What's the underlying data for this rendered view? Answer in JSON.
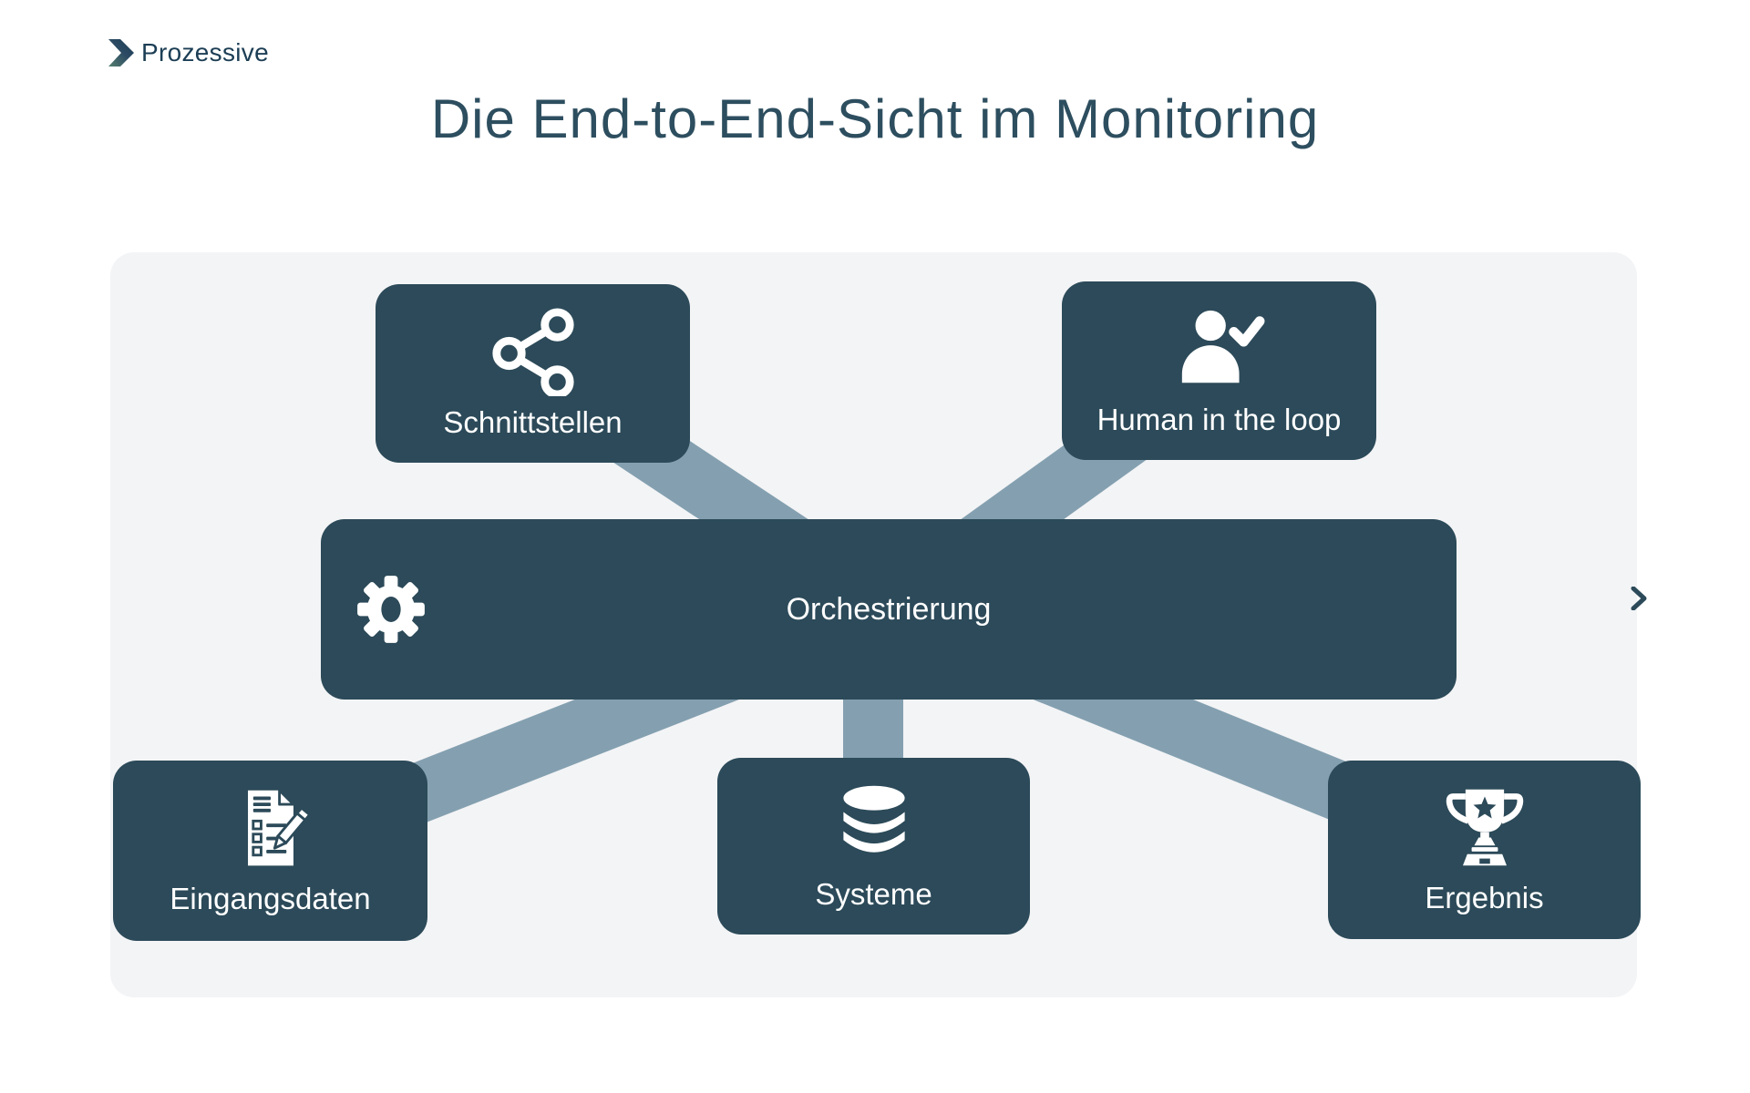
{
  "logo": {
    "text": "Prozessive",
    "icon": "chevron-logo-icon"
  },
  "title": "Die End-to-End-Sicht im Monitoring",
  "colors": {
    "node_bg": "#2c4a59",
    "connector": "#84a0b0",
    "panel_bg": "#f3f4f6",
    "title_text": "#2d4e5f",
    "logo_text": "#1c3e55",
    "icon": "#ffffff"
  },
  "nodes": {
    "schnittstellen": {
      "label": "Schnittstellen",
      "icon": "share-icon"
    },
    "human_in_the_loop": {
      "label": "Human in the loop",
      "icon": "user-check-icon"
    },
    "orchestrierung": {
      "label": "Orchestrierung",
      "icon": "gear-icon"
    },
    "eingangsdaten": {
      "label": "Eingangsdaten",
      "icon": "document-pencil-icon"
    },
    "systeme": {
      "label": "Systeme",
      "icon": "database-icon"
    },
    "ergebnis": {
      "label": "Ergebnis",
      "icon": "trophy-icon"
    }
  },
  "carousel": {
    "next_arrow_glyph": "❯"
  }
}
